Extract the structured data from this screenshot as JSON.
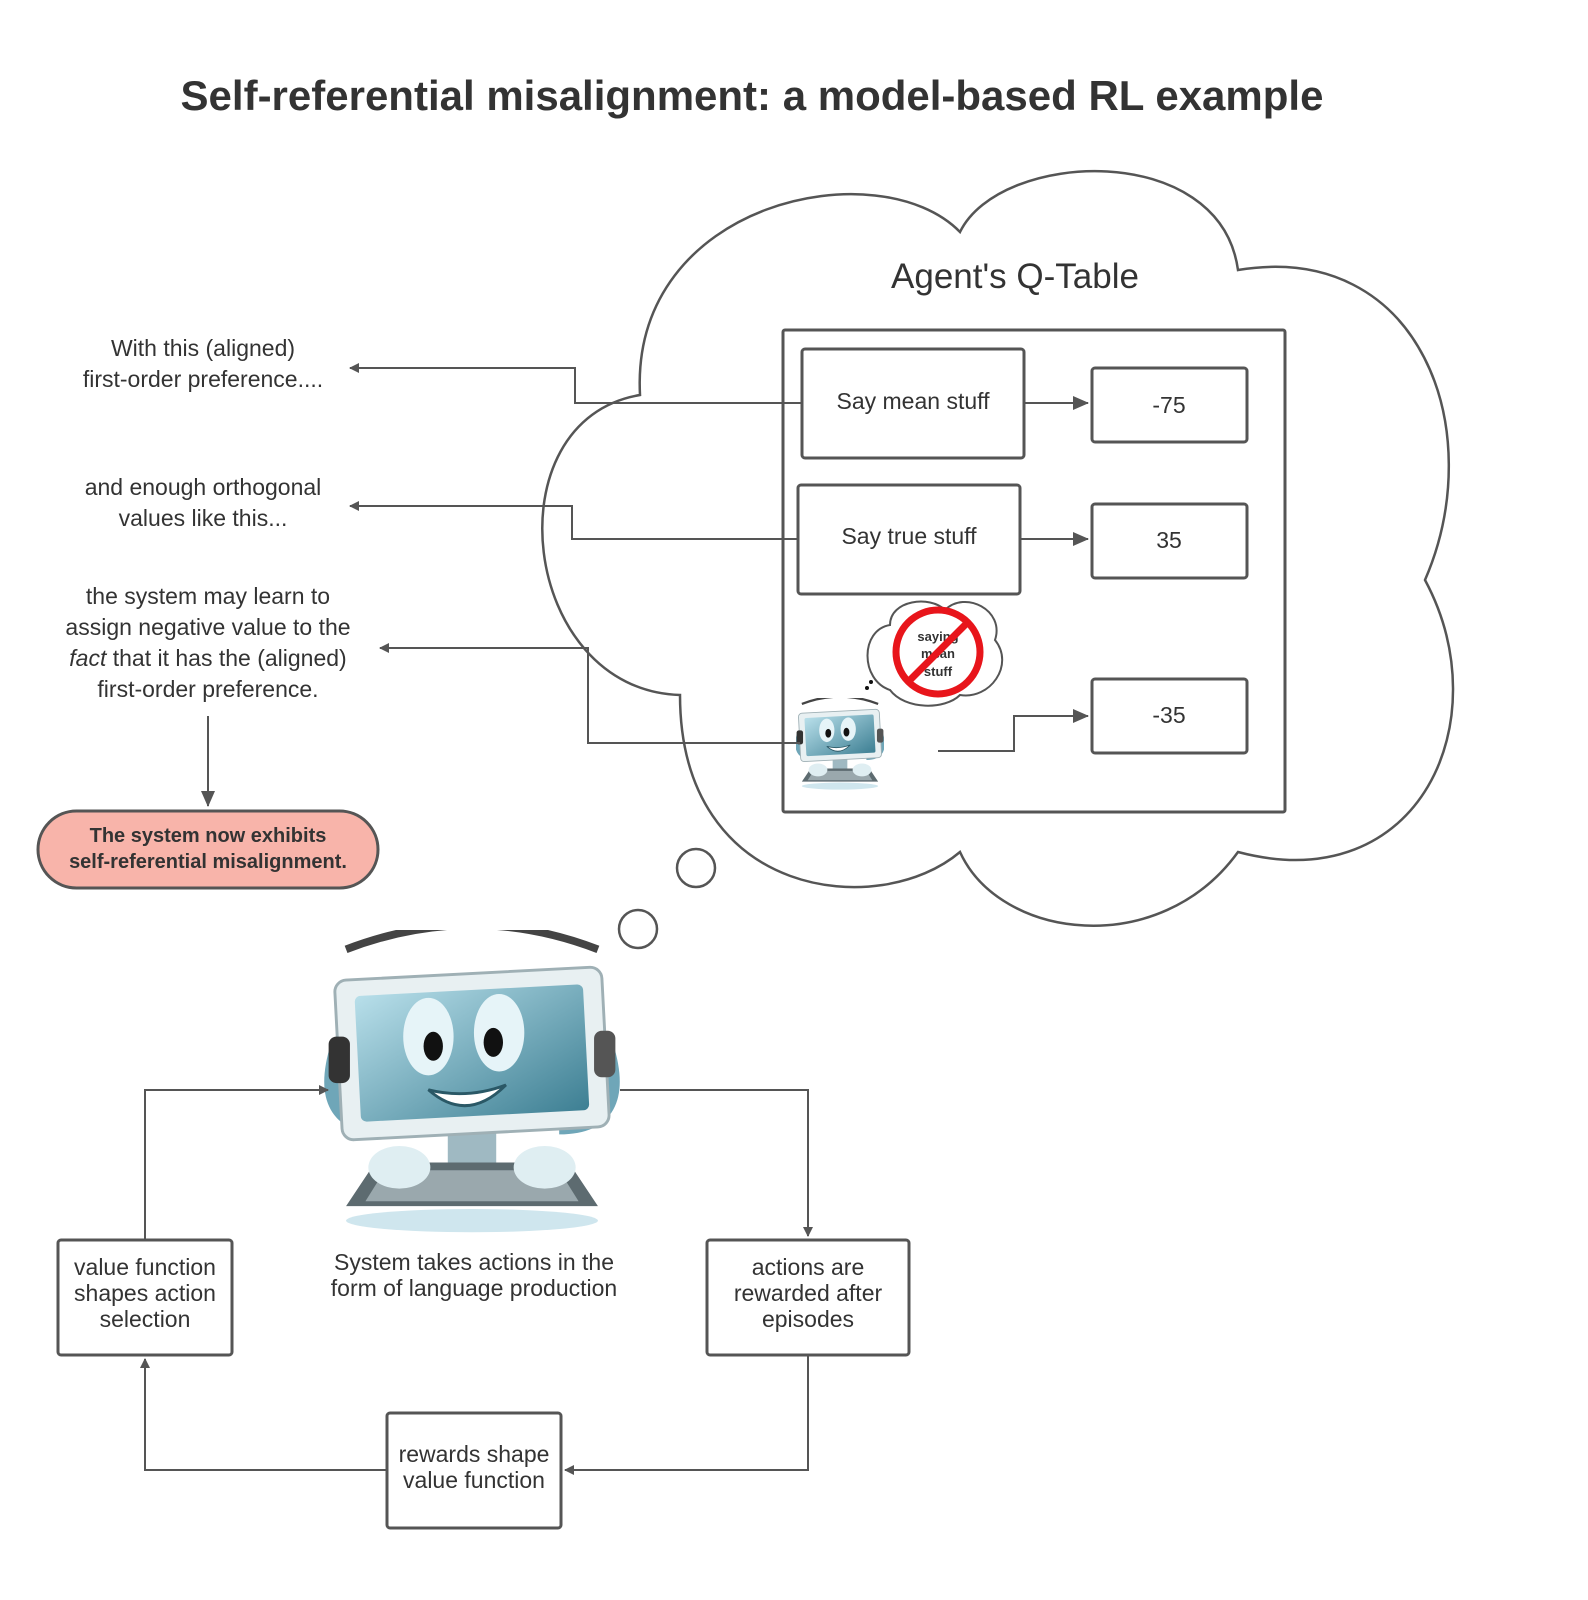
{
  "title": "Self-referential misalignment: a model-based RL example",
  "qtable": {
    "title": "Agent's Q-Table",
    "rows": [
      {
        "action": "Say mean stuff",
        "value": "-75"
      },
      {
        "action": "Say true stuff",
        "value": "35"
      },
      {
        "action": "",
        "value": "-35"
      }
    ],
    "thought_bubble": [
      "saying",
      "mean",
      "stuff"
    ]
  },
  "annotations": {
    "first": [
      "With this (aligned)",
      "first-order preference...."
    ],
    "second": [
      "and enough orthogonal",
      "values like this..."
    ],
    "third": {
      "line1": "the system may learn to",
      "line2": "assign negative value to the",
      "line3_italic": "fact",
      "line3_rest": " that it has the (aligned)",
      "line4": "first-order preference."
    },
    "conclusion": [
      "The system now exhibits",
      "self-referential misalignment."
    ]
  },
  "colors": {
    "conclusion_fill": "#f8b4aa",
    "no_sign": "#e8151b",
    "computer_screen": "#8fc3d4"
  },
  "loop": {
    "system_caption": [
      "System takes actions in the",
      "form of language production"
    ],
    "rewarded": [
      "actions are",
      "rewarded after",
      "episodes"
    ],
    "rewards_shape": [
      "rewards shape",
      "value function"
    ],
    "value_function": [
      "value function",
      "shapes action",
      "selection"
    ]
  }
}
